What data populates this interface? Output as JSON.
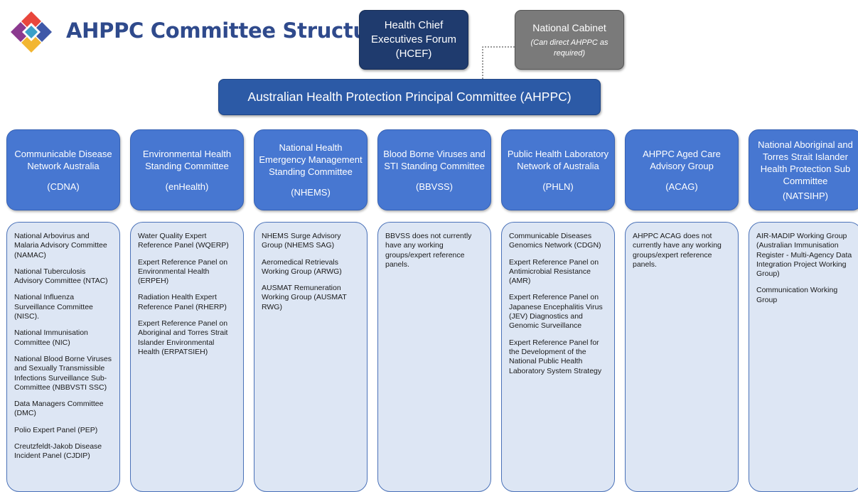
{
  "header": {
    "title": "AHPPC Committee Structure",
    "logo": "ahppc-diamond-logo"
  },
  "hcef": {
    "label": "Health Chief Executives Forum (HCEF)"
  },
  "national_cabinet": {
    "label": "National Cabinet",
    "note": "(Can direct AHPPC as required)"
  },
  "ahppc": {
    "label": "Australian Health Protection Principal  Committee (AHPPC)"
  },
  "colors": {
    "title": "#2f4a8c",
    "hcef": "#1f3b6e",
    "national_cabinet": "#7a7a7a",
    "ahppc": "#2c5aa6",
    "committee_header": "#4777d1",
    "panel_fill": "#dde6f4",
    "panel_border": "#4a71b8"
  },
  "committees": [
    {
      "name": "Communicable Disease Network Australia",
      "abbr": "(CDNA)",
      "items": [
        "National Arbovirus and Malaria Advisory Committee (NAMAC)",
        "National Tuberculosis Advisory Committee (NTAC)",
        "National Influenza Surveillance Committee (NISC).",
        "National Immunisation Committee (NIC)",
        "National Blood Borne Viruses and Sexually Transmissible Infections Surveillance Sub-Committee (NBBVSTI SSC)",
        "Data Managers Committee (DMC)",
        "Polio Expert Panel (PEP)",
        "Creutzfeldt-Jakob Disease Incident Panel (CJDIP)"
      ]
    },
    {
      "name": "Environmental Health Standing Committee",
      "abbr": "(enHealth)",
      "items": [
        "Water Quality Expert Reference Panel (WQERP)",
        "Expert Reference Panel on Environmental Health (ERPEH)",
        "Radiation Health Expert Reference Panel (RHERP)",
        "Expert Reference Panel on Aboriginal and Torres Strait Islander Environmental Health (ERPATSIEH)"
      ]
    },
    {
      "name": "National Health Emergency Management Standing Committee",
      "abbr": "(NHEMS)",
      "items": [
        "NHEMS Surge Advisory Group (NHEMS SAG)",
        "Aeromedical Retrievals Working Group (ARWG)",
        "AUSMAT Remuneration Working Group (AUSMAT RWG)"
      ]
    },
    {
      "name": "Blood Borne Viruses and STI Standing Committee",
      "abbr": "(BBVSS)",
      "items": [
        "BBVSS does not currently have any working groups/expert reference panels."
      ]
    },
    {
      "name": "Public Health Laboratory Network of Australia",
      "abbr": "(PHLN)",
      "items": [
        "Communicable Diseases Genomics Network (CDGN)",
        "Expert Reference Panel on Antimicrobial Resistance (AMR)",
        "Expert Reference Panel on Japanese Encephalitis Virus (JEV) Diagnostics and Genomic Surveillance",
        "Expert Reference Panel for the Development of the National Public Health Laboratory System Strategy"
      ]
    },
    {
      "name": "AHPPC Aged Care Advisory Group",
      "abbr": "(ACAG)",
      "items": [
        "AHPPC ACAG does not currently have any working groups/expert reference panels."
      ]
    },
    {
      "name": "National Aboriginal and Torres Strait Islander Health Protection Sub Committee",
      "abbr": "(NATSIHP)",
      "items": [
        "AIR-MADIP Working Group (Australian Immunisation Register - Multi-Agency Data Integration Project Working Group)",
        "Communication Working Group"
      ]
    }
  ]
}
